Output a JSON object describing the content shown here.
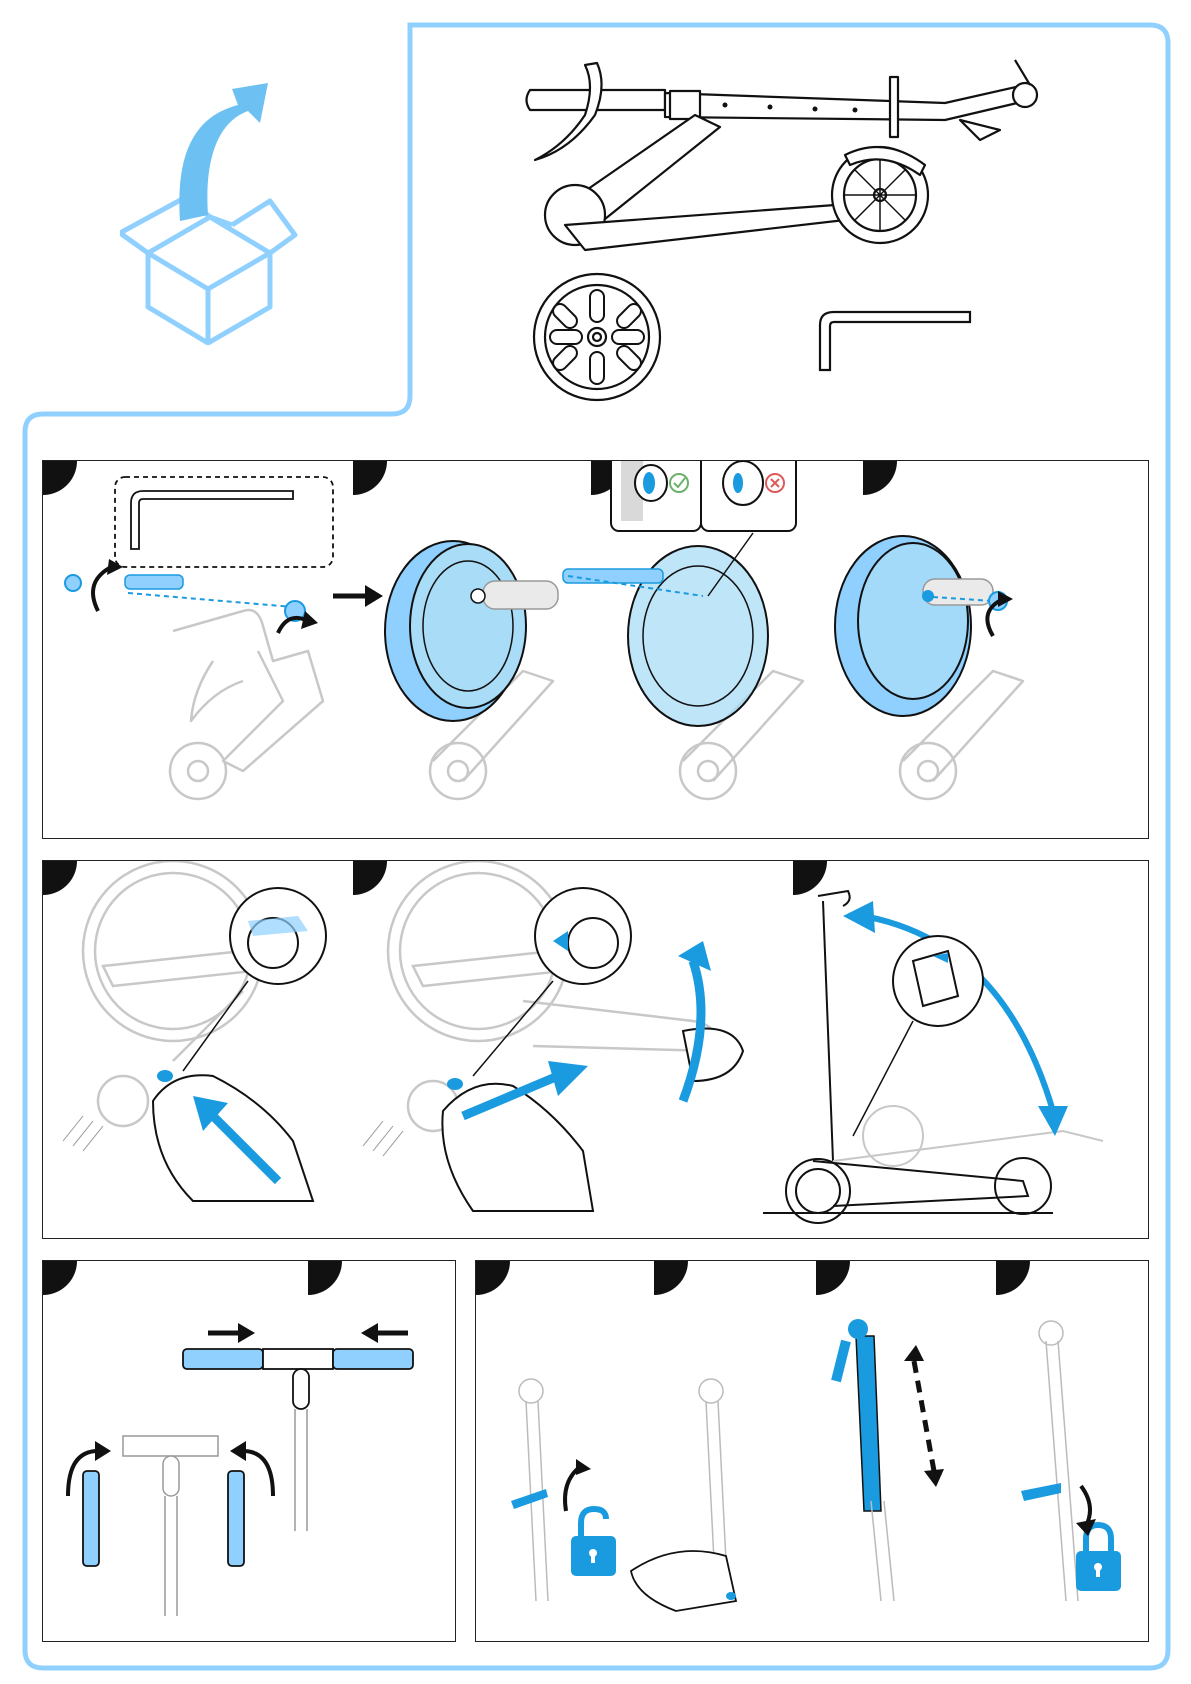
{
  "document": {
    "type": "assembly-instructions",
    "sections": [
      {
        "name": "unboxing",
        "steps": 1
      },
      {
        "name": "contents",
        "items": [
          "scooter-folded",
          "front-wheel",
          "allen-key"
        ]
      },
      {
        "name": "front-wheel-install",
        "steps": 4
      },
      {
        "name": "unfold-scooter",
        "steps": 3
      },
      {
        "name": "handlebar-grips",
        "steps": 2
      },
      {
        "name": "height-adjust",
        "steps": 4
      }
    ]
  },
  "colors": {
    "accent": "#1a9be0",
    "accent_light": "#8fd0f2",
    "frame_blue": "#8fd0ff",
    "ink": "#111111",
    "ghost": "#b8b8b8"
  },
  "icons": [
    "box-open-icon",
    "arrow-icon",
    "allen-key-icon",
    "wheel-icon",
    "check-icon",
    "cross-icon",
    "unlock-icon",
    "lock-icon",
    "hand-icon"
  ]
}
